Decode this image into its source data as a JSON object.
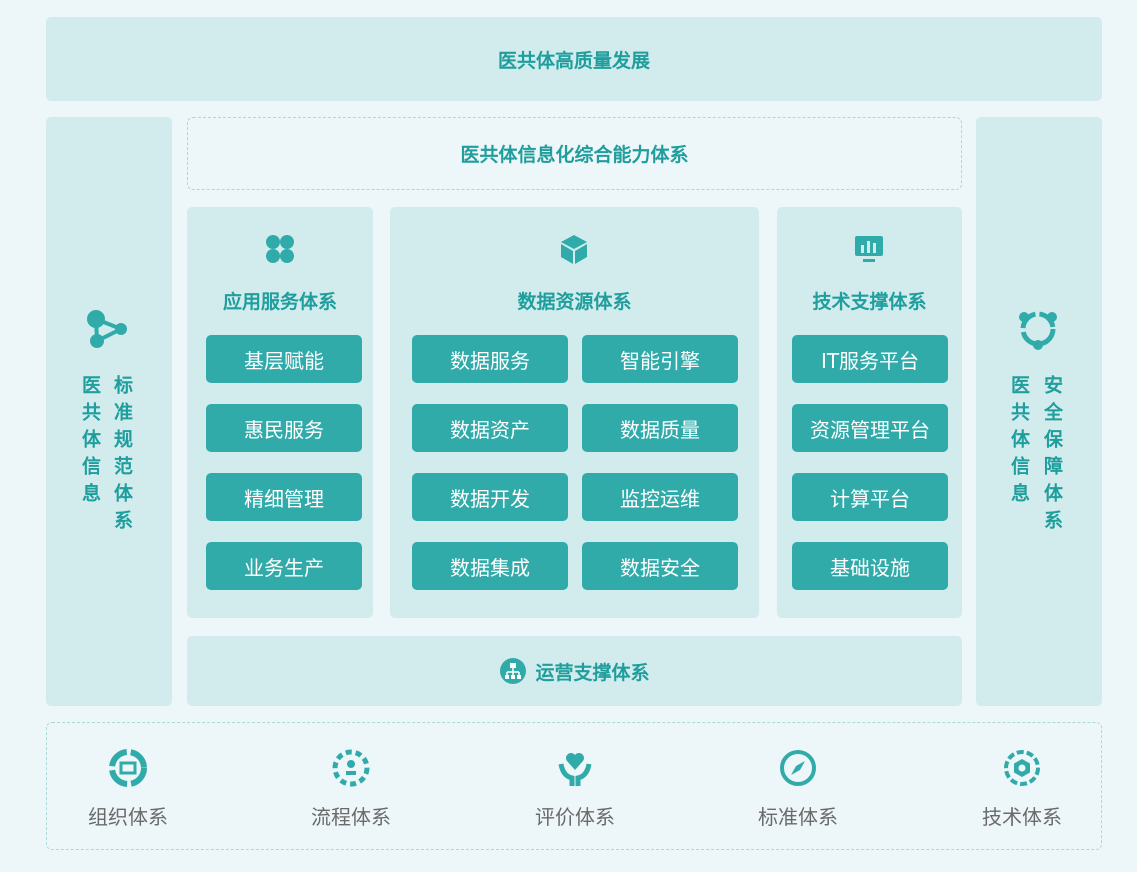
{
  "top_banner": {
    "title": "医共体高质量发展"
  },
  "left_column": {
    "col1": "医共体信息",
    "col2": "标准规范体系"
  },
  "right_column": {
    "col1": "医共体信息",
    "col2": "安全保障体系"
  },
  "capability": {
    "title": "医共体信息化综合能力体系"
  },
  "panels": {
    "app": {
      "title": "应用服务体系",
      "items": [
        "基层赋能",
        "惠民服务",
        "精细管理",
        "业务生产"
      ]
    },
    "data": {
      "title": "数据资源体系",
      "items_left": [
        "数据服务",
        "数据资产",
        "数据开发",
        "数据集成"
      ],
      "items_right": [
        "智能引擎",
        "数据质量",
        "监控运维",
        "数据安全"
      ]
    },
    "tech": {
      "title": "技术支撑体系",
      "items": [
        "IT服务平台",
        "资源管理平台",
        "计算平台",
        "基础设施"
      ]
    }
  },
  "operations": {
    "title": "运营支撑体系"
  },
  "bottom": {
    "items": [
      "组织体系",
      "流程体系",
      "评价体系",
      "标准体系",
      "技术体系"
    ]
  },
  "colors": {
    "accent": "#31abaa",
    "panel": "#d2ecee",
    "background": "#edf6f8"
  }
}
